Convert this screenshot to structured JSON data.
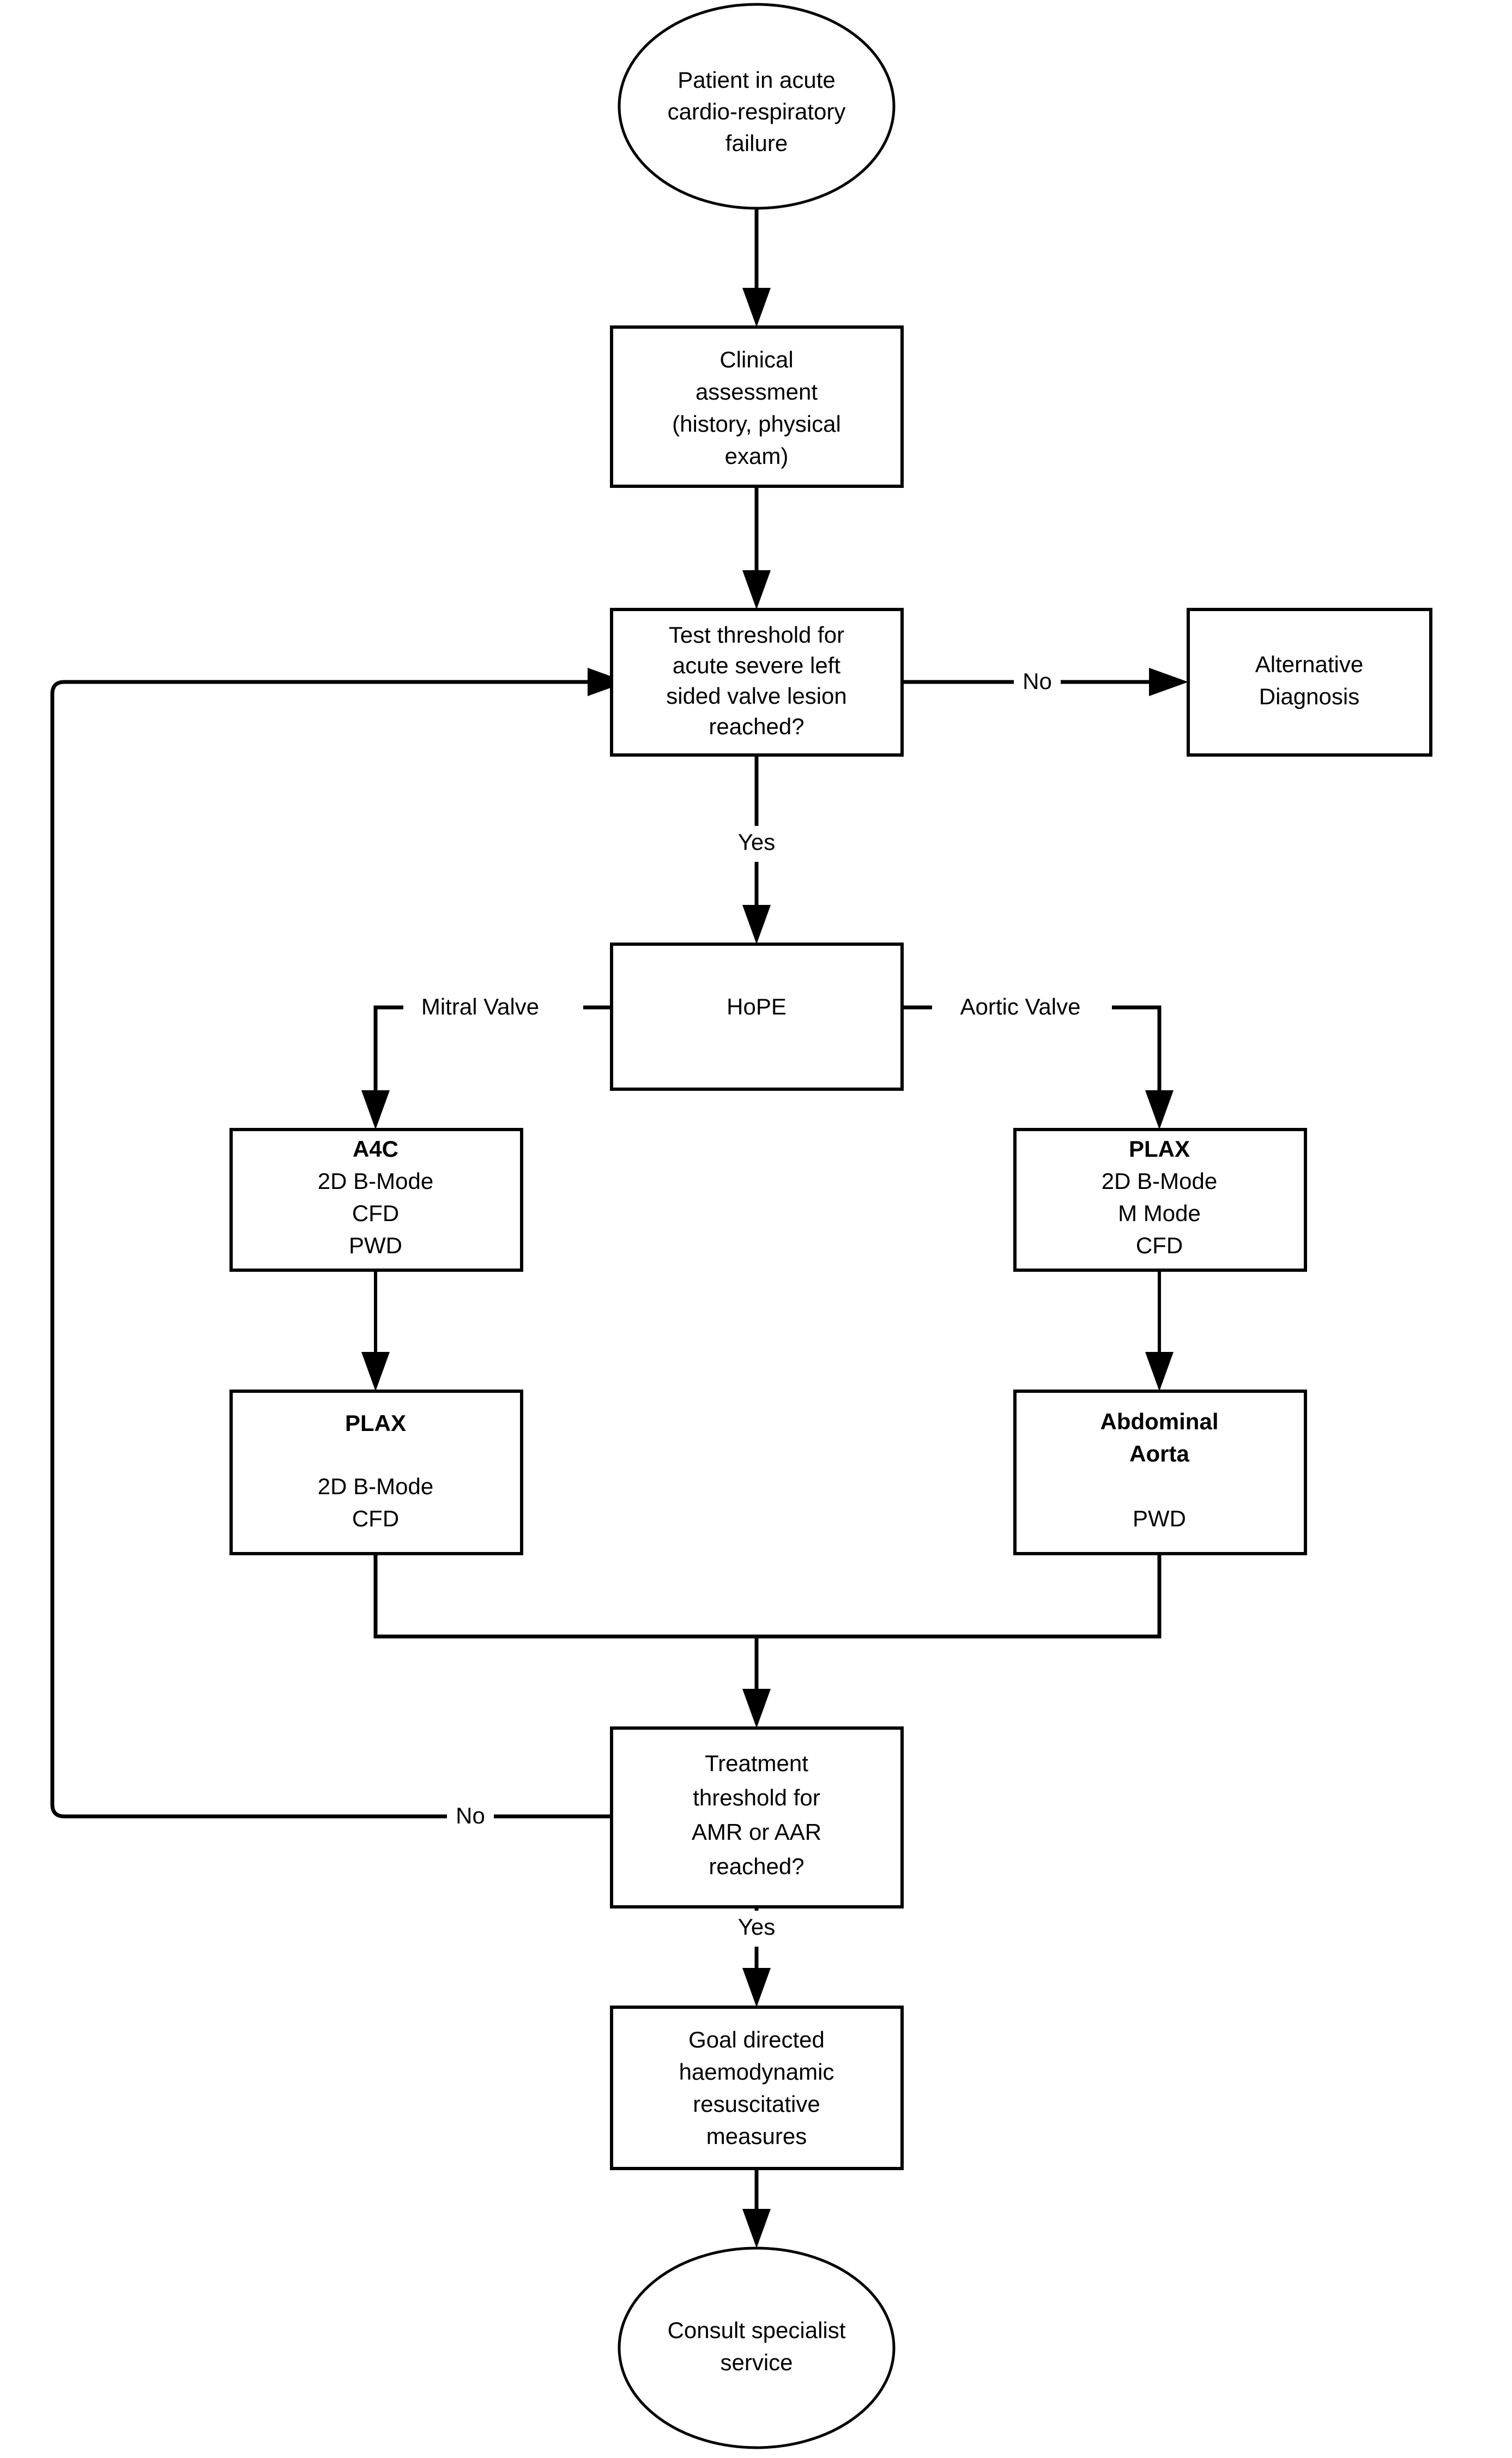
{
  "diagram": {
    "title": "Acute cardio-respiratory failure HoPE decision pathway",
    "background_color": "#ffffff",
    "stroke_color": "#000000",
    "nodes": [
      {
        "id": "start",
        "shape": "ellipse",
        "lines": [
          "Patient in acute",
          "cardio-respiratory",
          "failure"
        ]
      },
      {
        "id": "clinical-assessment",
        "shape": "rect",
        "lines": [
          "Clinical",
          "assessment",
          "(history, physical",
          "exam)"
        ]
      },
      {
        "id": "test-threshold",
        "shape": "rect",
        "lines": [
          "Test threshold for",
          "acute severe left",
          "sided valve lesion",
          "reached?"
        ]
      },
      {
        "id": "alternative-diagnosis",
        "shape": "rect",
        "lines": [
          "Alternative",
          "Diagnosis"
        ]
      },
      {
        "id": "hope",
        "shape": "rect",
        "lines": [
          "HoPE"
        ]
      },
      {
        "id": "a4c",
        "shape": "rect",
        "lines": [
          "A4C",
          "2D B-Mode",
          "CFD",
          "PWD"
        ],
        "bold_lines": [
          0
        ]
      },
      {
        "id": "plax-right",
        "shape": "rect",
        "lines": [
          "PLAX",
          "2D B-Mode",
          "M Mode",
          "CFD"
        ],
        "bold_lines": [
          0
        ]
      },
      {
        "id": "plax-left",
        "shape": "rect",
        "lines": [
          "PLAX",
          "",
          "2D B-Mode",
          "CFD"
        ],
        "bold_lines": [
          0
        ]
      },
      {
        "id": "abdominal-aorta",
        "shape": "rect",
        "lines": [
          "Abdominal",
          "Aorta",
          "",
          "PWD"
        ],
        "bold_lines": [
          0,
          1
        ]
      },
      {
        "id": "treatment-threshold",
        "shape": "rect",
        "lines": [
          "Treatment",
          "threshold for",
          "AMR or AAR",
          "reached?"
        ]
      },
      {
        "id": "goal-directed",
        "shape": "rect",
        "lines": [
          "Goal directed",
          "haemodynamic",
          "resuscitative",
          "measures"
        ]
      },
      {
        "id": "consult",
        "shape": "ellipse",
        "lines": [
          "Consult specialist",
          "service"
        ]
      }
    ],
    "edge_labels": {
      "test_no": "No",
      "test_yes": "Yes",
      "hope_left": "Mitral Valve",
      "hope_right": "Aortic Valve",
      "treatment_no": "No",
      "treatment_yes": "Yes"
    }
  }
}
